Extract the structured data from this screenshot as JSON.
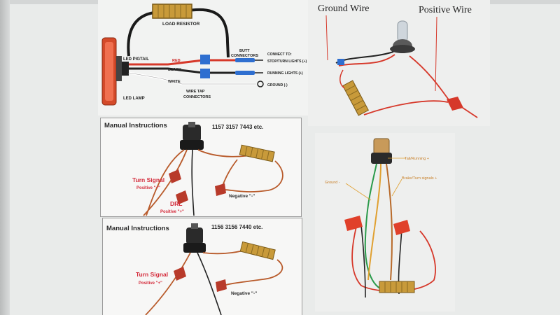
{
  "load_resistor_diagram": {
    "load_resistor_label": "LOAD RESISTOR",
    "led_pigtail_label": "LED PIGTAIL",
    "led_lamp_label": "LED LAMP",
    "butt_connectors_label": [
      "BUTT",
      "CONNECTORS"
    ],
    "wire_tap_label": [
      "WIRE TAP",
      "CONNECTORS"
    ],
    "connect_to_label": "CONNECT TO:",
    "wire_red": "RED",
    "wire_black": "BLACK",
    "wire_white": "WHITE",
    "dest_stop": "STOP/TURN LIGHTS (+)",
    "dest_running": "RUNNING LIGHTS (+)",
    "dest_ground": "GROUND (-)"
  },
  "bulb_photo": {
    "ground_wire_label": "Ground Wire",
    "positive_wire_label": "Positive Wire"
  },
  "manual_1157": {
    "title": "Manual Instructions",
    "models": "1157 3157 7443 etc.",
    "turn_signal": "Turn Signal",
    "turn_positive": "Positive \"+\"",
    "drl": "DRL",
    "drl_positive": "Positive \"+\"",
    "negative": "Negative \"-\""
  },
  "manual_1156": {
    "title": "Manual Instructions",
    "models": "1156 3156 7440 etc.",
    "turn_signal": "Turn Signal",
    "turn_positive": "Positive \"+\"",
    "negative": "Negative \"-\""
  },
  "socket_photo": {
    "tail_running": "Tail/Running +",
    "ground": "Ground -",
    "brake_turn": "Brake/Turn signals +"
  },
  "colors": {
    "resistor_gold": "#c89a3a",
    "wire_red": "#d6382a",
    "wire_blue": "#2f6fd0",
    "label_red": "#d42a3a",
    "wire_orange": "#e0a030"
  }
}
